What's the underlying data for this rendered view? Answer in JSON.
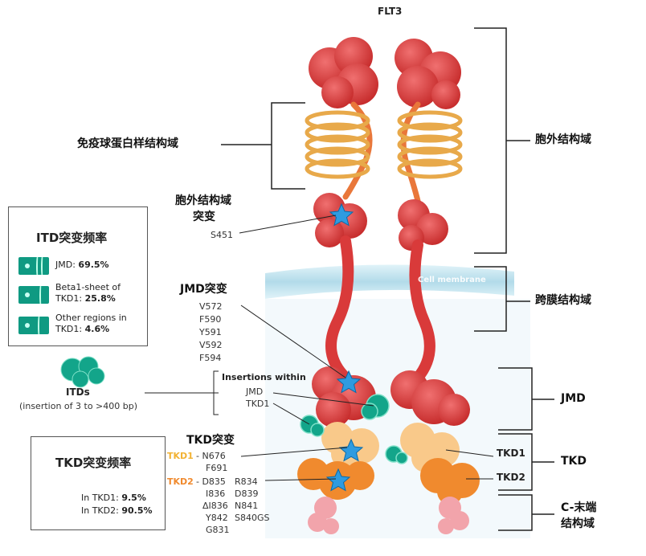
{
  "protein_name": "FLT3",
  "regions": {
    "extracellular_domain": "胞外结构域",
    "ig_like_domain": "免疫球蛋白样结构域",
    "transmembrane_domain": "跨膜结构域",
    "jmd": "JMD",
    "tkd": "TKD",
    "c_terminal_line1": "C-末端",
    "c_terminal_line2": "结构域",
    "tkd1": "TKD1",
    "tkd2": "TKD2",
    "cell_membrane": "Cell membrane"
  },
  "extracellular_mutation": {
    "title_line1": "胞外结构域",
    "title_line2": "突变",
    "site": "S451"
  },
  "jmd_mutation": {
    "title": "JMD突变",
    "sites": [
      "V572",
      "F590",
      "Y591",
      "V592",
      "F594"
    ]
  },
  "insertions": {
    "title": "Insertions within",
    "jmd": "JMD",
    "tkd1": "TKD1"
  },
  "itds": {
    "title": "ITDs",
    "desc": "(insertion of 3 to >400 bp)"
  },
  "itd_frequency": {
    "title": "ITD突变频率",
    "rows": [
      {
        "text": "JMD: ",
        "value": "69.5%"
      },
      {
        "text_line1": "Beta1-sheet of",
        "text": "TKD1: ",
        "value": "25.8%"
      },
      {
        "text_line1": "Other regions in",
        "text": "TKD1: ",
        "value": "4.6%"
      }
    ]
  },
  "tkd_mutation": {
    "title": "TKD突变",
    "tkd1_label": "TKD1",
    "tkd1_sites": [
      "- N676",
      "F691"
    ],
    "tkd2_label": "TKD2",
    "tkd2_col1": [
      "- D835",
      "I836",
      "ΔI836",
      "Y842",
      "G831"
    ],
    "tkd2_col2": [
      "R834",
      "D839",
      "N841",
      "S840GS"
    ]
  },
  "tkd_frequency": {
    "title": "TKD突变频率",
    "rows": [
      {
        "text": "In TKD1: ",
        "value": "9.5%"
      },
      {
        "text": "In TKD2: ",
        "value": "90.5%"
      }
    ]
  },
  "colors": {
    "red": "#d93a3a",
    "gold": "#f2c06a",
    "orange": "#f08a2e",
    "peach": "#f9c98a",
    "pink": "#f2a4ab",
    "teal": "#13a58a",
    "star": "#2f9be0",
    "membrane": "#bfe3ef"
  }
}
